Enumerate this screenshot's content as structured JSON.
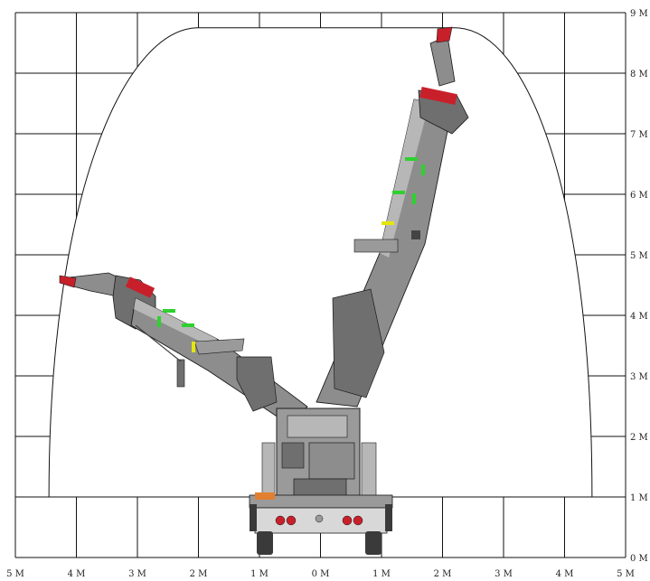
{
  "diagram": {
    "x_axis": {
      "unit": "M",
      "range": [
        -5,
        5
      ],
      "tick_labels": [
        "5 M",
        "4 M",
        "3 M",
        "2 M",
        "1 M",
        "0 M",
        "1 M",
        "2 M",
        "3 M",
        "4 M",
        "5 M"
      ]
    },
    "y_axis": {
      "unit": "M",
      "range": [
        0,
        9
      ],
      "tick_labels": [
        "9 M",
        "8 M",
        "7 M",
        "6 M",
        "5 M",
        "4 M",
        "3 M",
        "2 M",
        "1 M",
        "0 M"
      ]
    },
    "working_envelope": {
      "base_y_m": 1.0,
      "top_y_m": 8.75,
      "left_x_m": -4.45,
      "right_x_m": 4.45
    },
    "boom_right_tip_m": [
      2.1,
      8.75
    ],
    "boom_left_tip_m": [
      -4.2,
      4.5
    ],
    "colors": {
      "boom_body": "#8d8d8d",
      "boom_shadow": "#6f6f6f",
      "boom_light": "#b7b7b7",
      "joint_red": "#c8202a",
      "indicator_green": "#2fd12f",
      "indicator_yellow": "#e6e60a",
      "chassis": "#9a9a9a",
      "tire": "#3a3a3a",
      "outline": "#1a1a1a"
    }
  }
}
